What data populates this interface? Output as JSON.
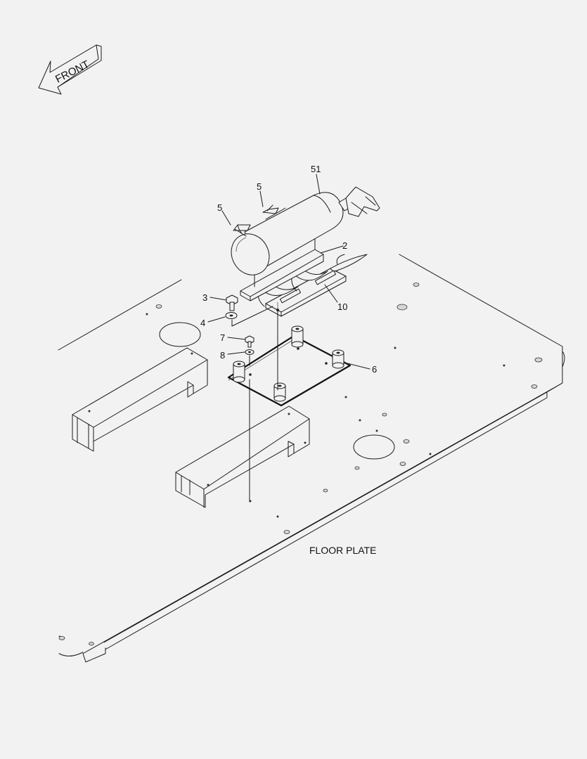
{
  "direction_arrow": {
    "text": "FRONT"
  },
  "caption": "FLOOR PLATE",
  "callouts": {
    "c51": "51",
    "c5a": "5",
    "c5b": "5",
    "c2": "2",
    "c3": "3",
    "c10": "10",
    "c4": "4",
    "c7": "7",
    "c8": "8",
    "c6": "6"
  }
}
